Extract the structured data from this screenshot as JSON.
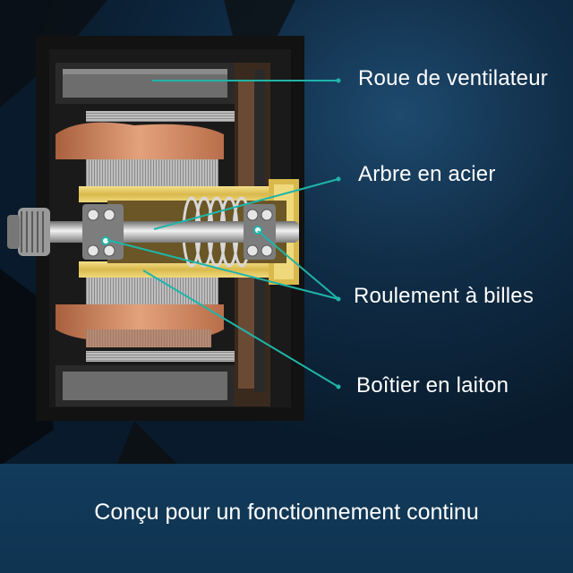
{
  "labels": {
    "fan_wheel": "Roue de ventilateur",
    "steel_shaft": "Arbre en acier",
    "ball_bearing": "Roulement à billes",
    "brass_housing": "Boîtier en laiton"
  },
  "banner": {
    "text": "Conçu pour un fonctionnement continu"
  },
  "colors": {
    "leader_line": "#1fb5a8",
    "banner_bg": "#123a5a",
    "brass": "#e8cf6a",
    "copper": "#c98a66",
    "motor_body": "#111111"
  },
  "icons": [
    "fan-motor-cross-section"
  ]
}
